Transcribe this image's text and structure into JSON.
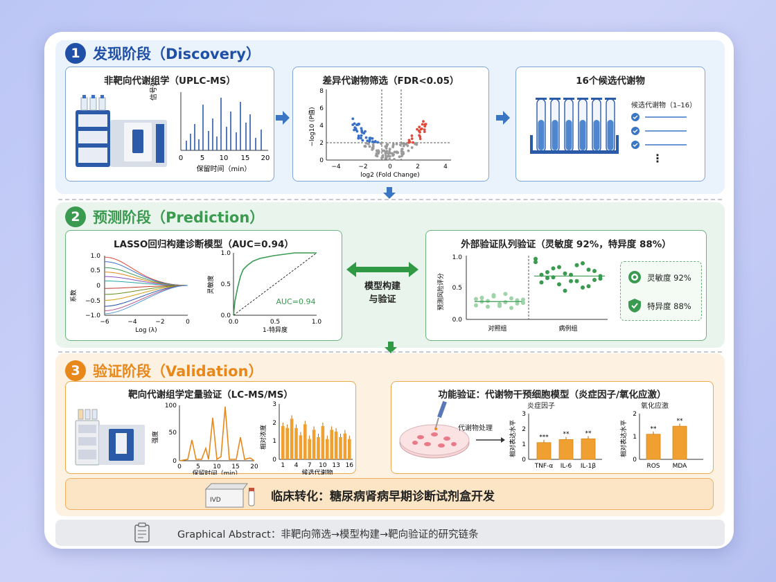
{
  "stage1": {
    "number": "1",
    "title": "发现阶段（Discovery）",
    "box1": {
      "title": "非靶向代谢组学（UPLC-MS）",
      "ylabel": "信号强度",
      "xlabel": "保留时间（min）",
      "xticks": [
        "0",
        "5",
        "10",
        "15",
        "20"
      ]
    },
    "box2": {
      "title": "差异代谢物筛选（FDR<0.05）",
      "ylabel": "−log10 (P值)",
      "xlabel": "log2 (Fold Change)",
      "xticks": [
        "−4",
        "−2",
        "0",
        "2",
        "4"
      ],
      "yticks": [
        "0",
        "2",
        "4",
        "6",
        "8"
      ]
    },
    "box3": {
      "title": "16个候选代谢物",
      "list_title": "候选代谢物（1–16）",
      "more": "⋮"
    }
  },
  "stage2": {
    "number": "2",
    "title": "预测阶段（Prediction）",
    "box1": {
      "title": "LASSO回归构建诊断模型（AUC=0.94）",
      "ylabel": "系数",
      "xlabel": "Log (λ)",
      "yticks": [
        "1.0",
        "0.5",
        "0",
        "−0.5",
        "−1.0"
      ],
      "xticks": [
        "−6",
        "−4",
        "−2",
        "0"
      ],
      "roc_ylabel": "灵敏度",
      "roc_xlabel": "1-特异度",
      "roc_xticks": [
        "0.0",
        "0.5",
        "1.0"
      ],
      "roc_yticks": [
        "1.0",
        "0.5",
        "0.0"
      ],
      "auc": "AUC=0.94"
    },
    "center": {
      "line1": "模型构建",
      "line2": "与验证"
    },
    "box2": {
      "title": "外部验证队列验证（灵敏度 92%，特异度 88%）",
      "ylabel": "预测风险评分",
      "yticks": [
        "1.0",
        "0.5",
        "0.0"
      ],
      "groups": [
        "对照组",
        "病例组"
      ],
      "sensitivity": "灵敏度 92%",
      "specificity": "特异度 88%"
    }
  },
  "stage3": {
    "number": "3",
    "title": "验证阶段（Validation）",
    "box1": {
      "title": "靶向代谢组学定量验证（LC-MS/MS）",
      "ylabel": "强度",
      "xlabel": "保留时间（min）",
      "xticks": [
        "0",
        "5",
        "10",
        "15",
        "20"
      ],
      "yticks": [
        "100",
        "50",
        "0"
      ],
      "bar_ylabel": "相对浓度",
      "bar_xlabel": "候选代谢物",
      "bar_xticks": [
        "1",
        "4",
        "7",
        "10",
        "13",
        "16"
      ],
      "bar_yticks": [
        "3",
        "2",
        "1",
        "0"
      ]
    },
    "box2": {
      "title": "功能验证：代谢物干预细胞模型（炎症因子/氧化应激）",
      "treatment": "代谢物处理",
      "inflam_title": "炎症因子",
      "ox_title": "氧化应激",
      "ylabel": "相对表达水平",
      "inflam_yticks": [
        "3",
        "2",
        "1",
        "0"
      ],
      "ox_yticks": [
        "2",
        "1",
        "0"
      ]
    },
    "translation": {
      "text": "临床转化：糖尿病肾病早期诊断试剂盒开发",
      "kit_label": "IVD"
    }
  },
  "footer": {
    "text": "Graphical Abstract：非靶向筛选→模型构建→靶向验证的研究链条"
  },
  "colors": {
    "blue": "#1f4fa6",
    "green": "#3a9a50",
    "orange": "#e8871a"
  },
  "chart_data": [
    {
      "type": "bar",
      "categories": [
        "TNF-α",
        "IL-6",
        "IL-1β"
      ],
      "values": [
        1.1,
        1.3,
        1.35
      ],
      "significance": [
        "***",
        "**",
        "**"
      ],
      "ylim": [
        0,
        3
      ],
      "ylabel": "相对表达水平",
      "title": "炎症因子"
    },
    {
      "type": "bar",
      "categories": [
        "ROS",
        "MDA"
      ],
      "values": [
        1.1,
        1.45
      ],
      "significance": [
        "**",
        "**"
      ],
      "ylim": [
        0,
        2
      ],
      "ylabel": "相对表达水平",
      "title": "氧化应激"
    },
    {
      "type": "bar",
      "categories": [
        "1",
        "2",
        "3",
        "4",
        "5",
        "6",
        "7",
        "8",
        "9",
        "10",
        "11",
        "12",
        "13",
        "14",
        "15",
        "16"
      ],
      "values": [
        1.8,
        1.7,
        2.2,
        1.7,
        1.3,
        1.9,
        1.1,
        1.6,
        1.2,
        1.8,
        1.1,
        1.6,
        1.5,
        1.2,
        1.4,
        1.1
      ],
      "ylim": [
        0,
        3
      ],
      "ylabel": "相对浓度",
      "xlabel": "候选代谢物"
    }
  ]
}
